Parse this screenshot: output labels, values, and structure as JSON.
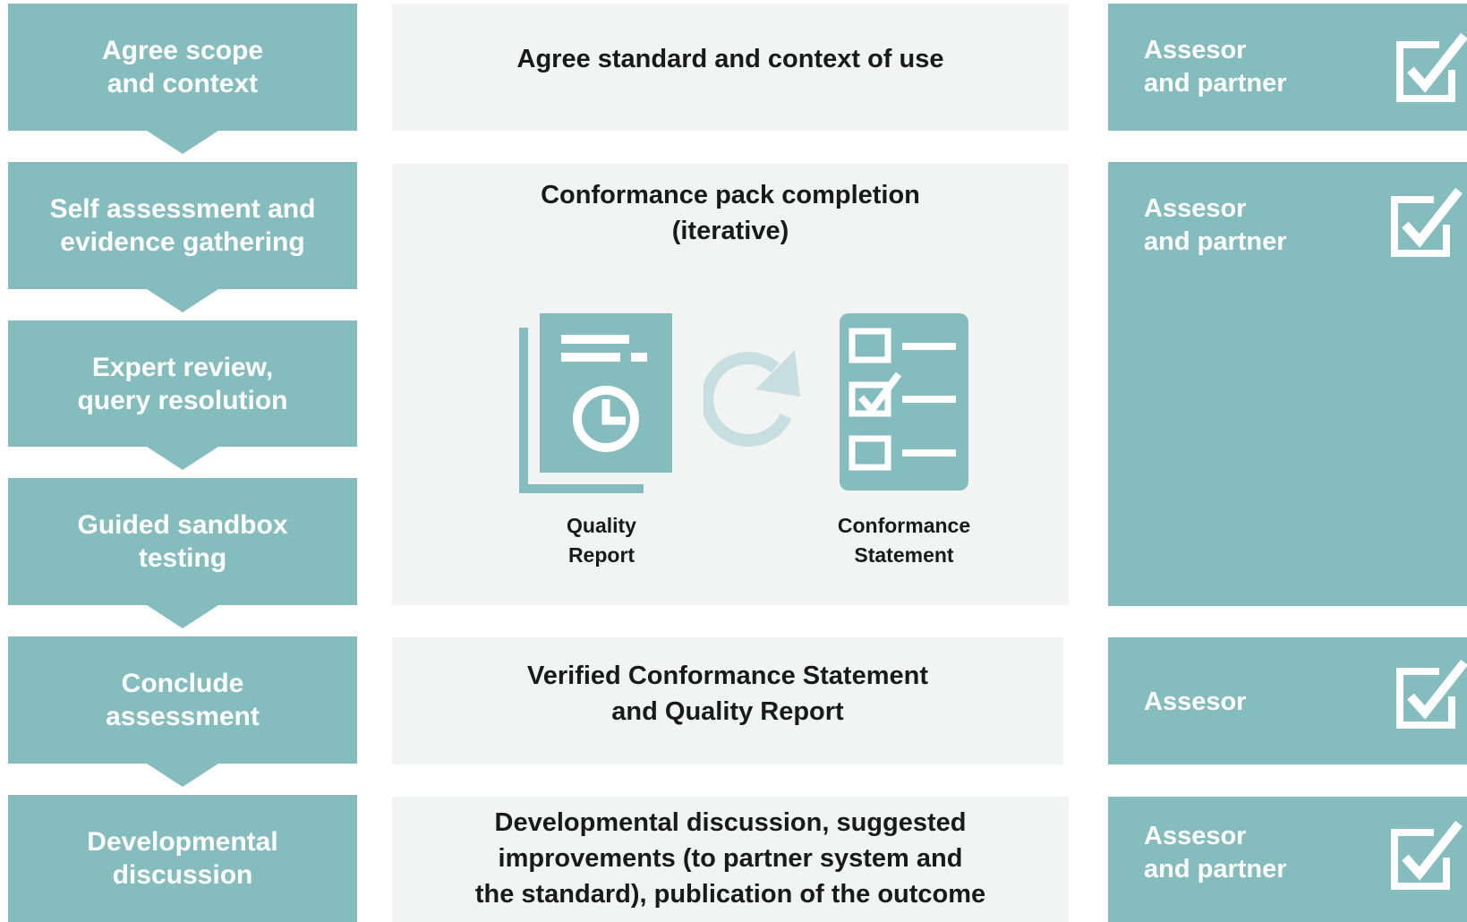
{
  "colors": {
    "accent": "#85bdbf",
    "panel": "#f2f3f3",
    "icon_light": "#c7dfe0"
  },
  "steps": [
    {
      "label": "Agree scope\nand context"
    },
    {
      "label": "Self assessment and\nevidence gathering"
    },
    {
      "label": "Expert review,\nquery resolution"
    },
    {
      "label": "Guided sandbox\ntesting"
    },
    {
      "label": "Conclude\nassessment"
    },
    {
      "label": "Developmental\ndiscussion"
    }
  ],
  "activities": [
    {
      "text": "Agree standard and context of use"
    },
    {
      "text": "Conformance pack completion\n(iterative)"
    },
    {
      "text": "Verified Conformance Statement\nand Quality Report"
    },
    {
      "text": "Developmental discussion, suggested\nimprovements (to partner system and\nthe standard), publication of the outcome"
    }
  ],
  "roles": [
    {
      "text": "Assesor\nand partner",
      "icon": "checkbox-check-icon"
    },
    {
      "text": "Assesor\nand partner",
      "icon": "checkbox-check-icon"
    },
    {
      "text": "Assesor",
      "icon": "checkbox-check-icon"
    },
    {
      "text": "Assesor\nand partner",
      "icon": "checkbox-check-icon"
    }
  ],
  "documents": {
    "quality_report": {
      "label": "Quality\nReport",
      "icon": "report-document-icon"
    },
    "conformance_statement": {
      "label": "Conformance\nStatement",
      "icon": "checklist-icon"
    },
    "cycle_icon": "refresh-cycle-icon"
  }
}
